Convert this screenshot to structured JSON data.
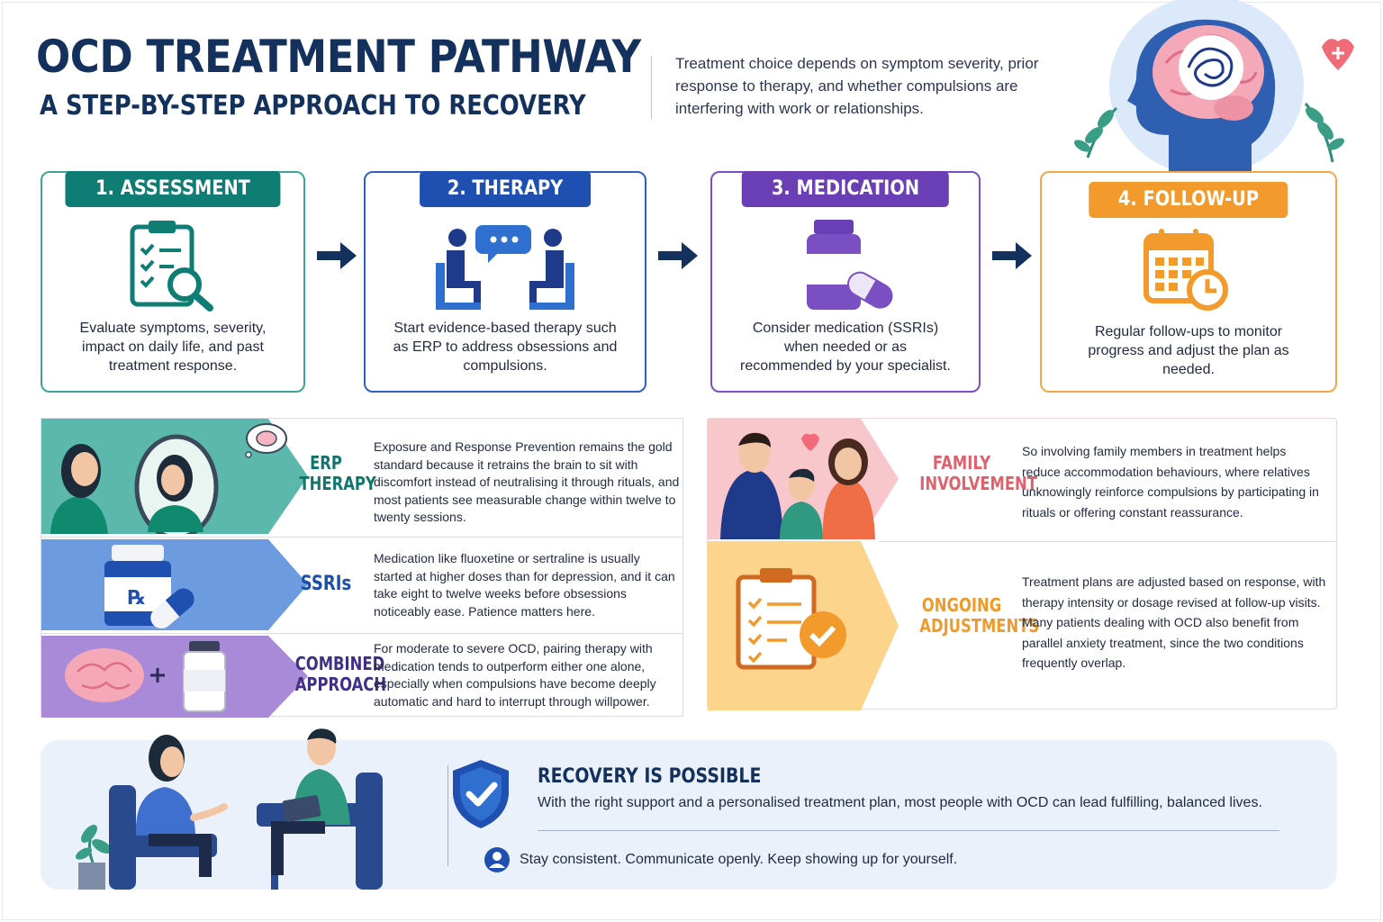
{
  "header": {
    "title": "OCD TREATMENT PATHWAY",
    "subtitle": "A STEP-BY-STEP APPROACH TO RECOVERY",
    "intro": "Treatment choice depends on symptom severity, prior response to therapy, and whether compulsions are interfering with work or relationships."
  },
  "steps": [
    {
      "label": "1. ASSESSMENT",
      "text": "Evaluate symptoms, severity, impact on daily life, and past treatment response.",
      "color": "#0f7d73",
      "icon": "clipboard-search-icon"
    },
    {
      "label": "2. THERAPY",
      "text": "Start evidence-based therapy such as ERP to address obsessions and compulsions.",
      "color": "#1f4fb0",
      "icon": "therapy-session-icon"
    },
    {
      "label": "3. MEDICATION",
      "text": "Consider medication (SSRIs) when needed or as recommended by your specialist.",
      "color": "#6a3fb5",
      "icon": "medication-bottle-icon"
    },
    {
      "label": "4. FOLLOW-UP",
      "text": "Regular follow-ups to monitor progress and adjust the plan as needed.",
      "color": "#f39a2d",
      "icon": "calendar-clock-icon"
    }
  ],
  "details_left": [
    {
      "label": "ERP\nTHERAPY",
      "text": "Exposure and Response Prevention remains the gold standard because it retrains the brain to sit with discomfort instead of neutralising it through rituals, and most patients see measurable change within twelve to twenty sessions.",
      "color": "#10766d",
      "band": "#5cb8ac"
    },
    {
      "label": "SSRIs",
      "text": "Medication like fluoxetine or sertraline is usually started at higher doses than for depression, and it can take eight to twelve weeks before obsessions noticeably ease. Patience matters here.",
      "color": "#1d4ea8",
      "band": "#6d9be0"
    },
    {
      "label": "COMBINED\nAPPROACH",
      "text": "For moderate to severe OCD, pairing therapy with medication tends to outperform either one alone, especially when compulsions have become deeply automatic and hard to interrupt through willpower.",
      "color": "#3f2f86",
      "band": "#a98ad8"
    }
  ],
  "details_right": [
    {
      "label": "FAMILY\nINVOLVEMENT",
      "text": "So involving family members in treatment helps reduce accommodation behaviours, where relatives unknowingly reinforce compulsions by participating in rituals or offering constant reassurance.",
      "color": "#e0606e",
      "band": "#f8c7cc"
    },
    {
      "label": "ONGOING\nADJUSTMENTS",
      "text": "Treatment plans are adjusted based on response, with therapy intensity or dosage revised at follow-up visits. Many patients dealing with OCD also benefit from parallel anxiety treatment, since the two conditions frequently overlap.",
      "color": "#f09a2a",
      "band": "#fcd48c"
    }
  ],
  "banner": {
    "title": "RECOVERY IS POSSIBLE",
    "text": "With the right support and a personalised treatment plan, most people with OCD can lead fulfilling, balanced lives.",
    "footer": "Stay consistent. Communicate openly. Keep showing up for yourself."
  }
}
